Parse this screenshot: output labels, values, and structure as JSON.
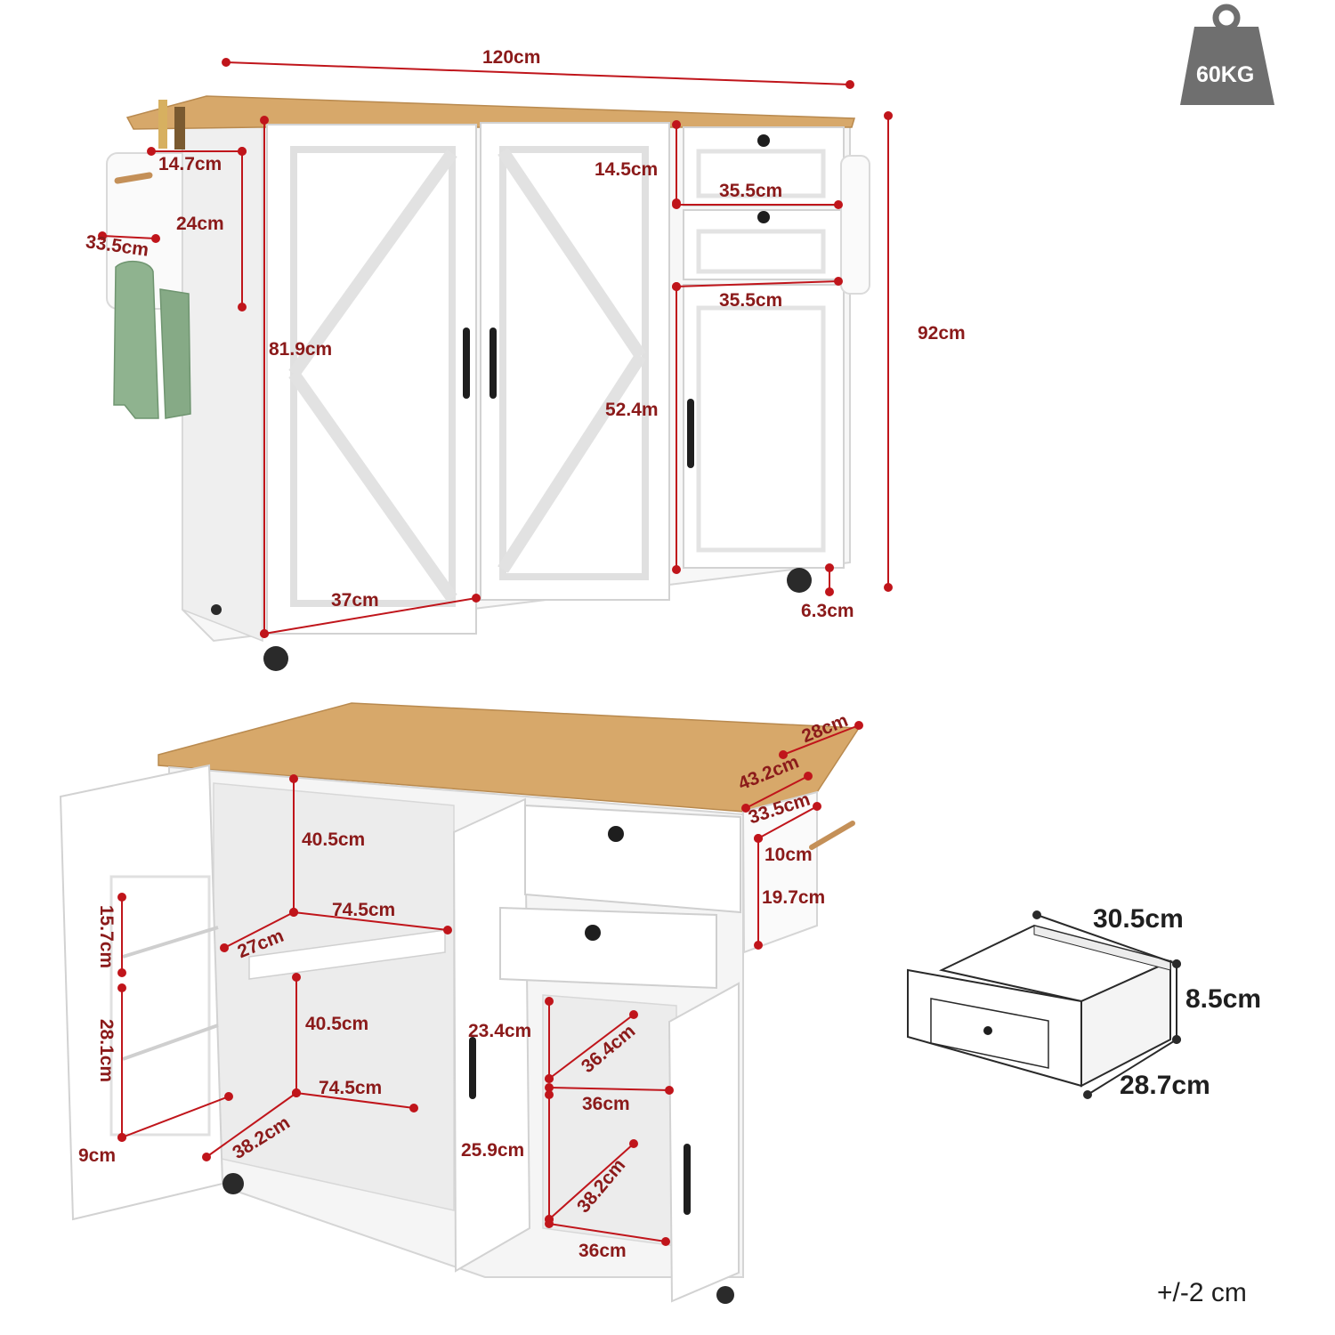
{
  "weight_badge": {
    "text": "60KG",
    "icon": "weight-icon"
  },
  "tolerance": "+/-2 cm",
  "colors": {
    "dimension_line": "#c0151b",
    "dimension_text": "#8b1a1a",
    "cabinet": "#ffffff",
    "cabinet_edge": "#d8d8d8",
    "wood_top": "#d7a86a",
    "badge": "#6f6f6f",
    "towel": "#8fb38f"
  },
  "top_view": {
    "width": "120cm",
    "height": "92cm",
    "rack_width": "14.7cm",
    "rack_height": "24cm",
    "rack_depth": "33.5cm",
    "barn_door_height": "81.9cm",
    "door_width": "37cm",
    "drawer_height": "14.5cm",
    "drawer_width_top": "35.5cm",
    "drawer_width_bottom": "35.5cm",
    "side_door_height": "52.4m",
    "wheel_height": "6.3cm"
  },
  "open_view": {
    "leaf_28": "28cm",
    "top_depth": "43.2cm",
    "rack_depth": "33.5cm",
    "rack_10": "10cm",
    "rack_19_7": "19.7cm",
    "shelf_upper_height": "40.5cm",
    "shelf_upper_width": "74.5cm",
    "shelf_upper_depth": "27cm",
    "shelf_lower_height": "40.5cm",
    "shelf_lower_width": "74.5cm",
    "shelf_lower_depth": "38.2cm",
    "door_shelf_15_7": "15.7cm",
    "door_shelf_28_1": "28.1cm",
    "door_shelf_9": "9cm",
    "side_23_4": "23.4cm",
    "side_36_4": "36.4cm",
    "side_36_mid": "36cm",
    "side_25_9": "25.9cm",
    "side_38_2": "38.2cm",
    "side_36_bottom": "36cm"
  },
  "drawer_detail": {
    "width": "30.5cm",
    "height": "8.5cm",
    "depth": "28.7cm"
  }
}
